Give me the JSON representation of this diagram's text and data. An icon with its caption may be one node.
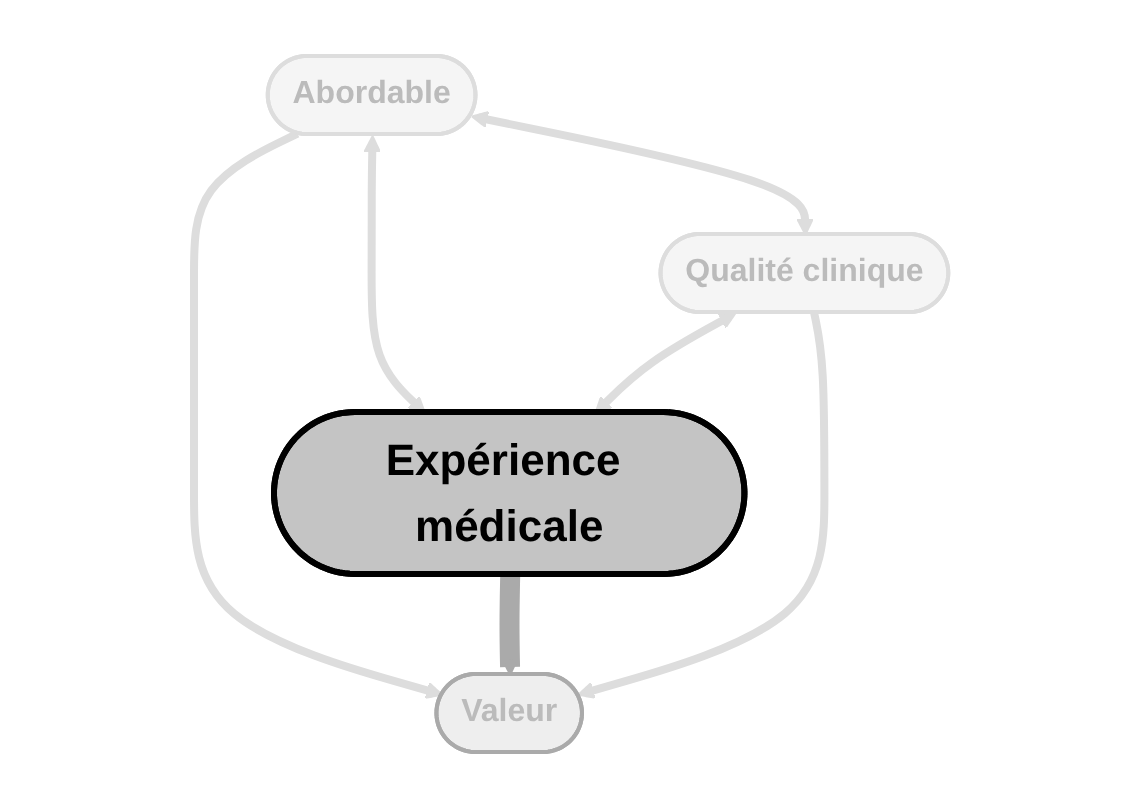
{
  "diagram": {
    "nodes": [
      {
        "text": [
          "Abordable"
        ]
      },
      {
        "text": [
          "Expérience médicale"
        ]
      },
      {
        "text": [
          "Valeur"
        ]
      },
      {
        "text": [
          "Qualité clinique"
        ]
      }
    ],
    "edges": [
      {
        "from": 0,
        "to": 1,
        "arrow": "both"
      },
      {
        "from": 0,
        "to": 2,
        "arrow": "to"
      },
      {
        "from": 1,
        "to": 2,
        "arrow": "to",
        "style": "thick",
        "color": "#aaaaaa"
      },
      {
        "from": 0,
        "to": 3,
        "arrow": "both"
      },
      {
        "from": 3,
        "to": 2,
        "arrow": "to"
      },
      {
        "from": 3,
        "to": 1,
        "arrow": "both"
      }
    ]
  }
}
